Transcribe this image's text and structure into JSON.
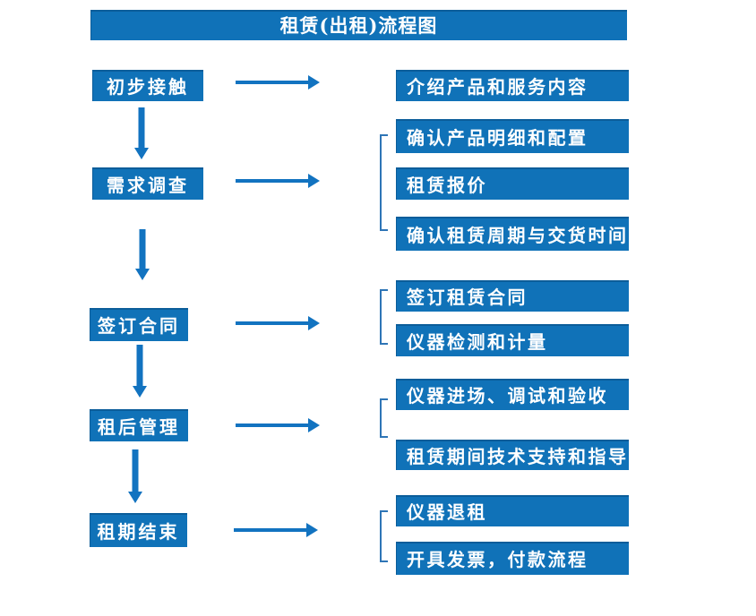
{
  "title": "租赁(出租)流程图",
  "colors": {
    "box_fill": "#1072b8",
    "arrow": "#1273c0",
    "bracket": "#2e75b6",
    "text": "#ffffff",
    "background": "#ffffff"
  },
  "rows": [
    {
      "step": "初步接触",
      "details": [
        "介绍产品和服务内容"
      ]
    },
    {
      "step": "需求调查",
      "details": [
        "确认产品明细和配置",
        "租赁报价",
        "确认租赁周期与交货时间"
      ]
    },
    {
      "step": "签订合同",
      "details": [
        "签订租赁合同",
        "仪器检测和计量"
      ]
    },
    {
      "step": "租后管理",
      "details": [
        "仪器进场、调试和验收",
        "租赁期间技术支持和指导"
      ]
    },
    {
      "step": "租期结束",
      "details": [
        "仪器退租",
        "开具发票，付款流程"
      ]
    }
  ]
}
